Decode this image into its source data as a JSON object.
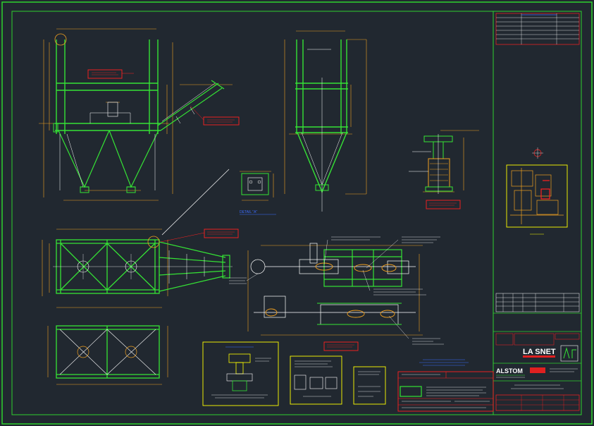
{
  "colors": {
    "background": "#212830",
    "border": "#2ed12e",
    "structure": "#35e335",
    "dimension": "#f0a020",
    "text": "#ffffff",
    "note_box": "#ff2020",
    "highlight": "#ffff00",
    "detail_blue": "#3b6cff",
    "brand_red": "#e02020"
  },
  "labels": {
    "detail": "DETAIL \"A\"",
    "company": "LA SNET",
    "manufacturer": "ALSTOM"
  }
}
